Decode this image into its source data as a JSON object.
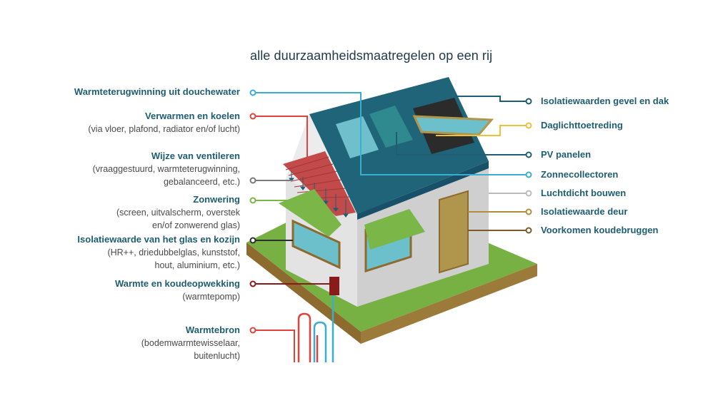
{
  "title": "alle duurzaamheidsmaatregelen op een rij",
  "colors": {
    "teal_dark": "#1e5d72",
    "roof": "#1f6478",
    "panel_light": "#5fb4c2",
    "grass": "#77b043",
    "soil": "#8d6a2e",
    "wall": "#d9d9d9",
    "window": "#6cc0cc",
    "awning": "#7ab648",
    "door": "#b0954c",
    "tiles": "#c24a4a",
    "red_line": "#e0433c",
    "blue_line": "#3aaed0",
    "yellow_line": "#f0c03a",
    "grey_line": "#7a7a7a",
    "gold_line": "#b38d3a",
    "brown_line": "#7b5a2c",
    "darkred_line": "#8a1b1b",
    "green_line": "#7ab648"
  },
  "left_labels": [
    {
      "main": "Warmteterugwinning uit douchewater",
      "sub": []
    },
    {
      "main": "Verwarmen en koelen",
      "sub": [
        "(via vloer, plafond, radiator en/of lucht)"
      ]
    },
    {
      "main": "Wijze van ventileren",
      "sub": [
        "(vraaggestuurd, warmteterugwinning,",
        "gebalanceerd, etc.)"
      ]
    },
    {
      "main": "Zonwering",
      "sub": [
        "(screen, uitvalscherm, overstek",
        "en/of zonwerend glas)"
      ]
    },
    {
      "main": "Isolatiewaarde van het glas en kozijn",
      "sub": [
        "(HR++, driedubbelglas, kunststof,",
        "hout, aluminium, etc.)"
      ]
    },
    {
      "main": "Warmte en koudeopwekking",
      "sub": [
        "(warmtepomp)"
      ]
    },
    {
      "main": "Warmtebron",
      "sub": [
        "(bodemwarmtewisselaar,",
        "buitenlucht)"
      ]
    }
  ],
  "right_labels": [
    {
      "main": "Isolatiewaarden gevel en dak"
    },
    {
      "main": "Daglichttoetreding"
    },
    {
      "main": "PV panelen"
    },
    {
      "main": "Zonnecollectoren"
    },
    {
      "main": "Luchtdicht bouwen"
    },
    {
      "main": "Isolatiewaarde deur"
    },
    {
      "main": "Voorkomen koudebruggen"
    }
  ]
}
